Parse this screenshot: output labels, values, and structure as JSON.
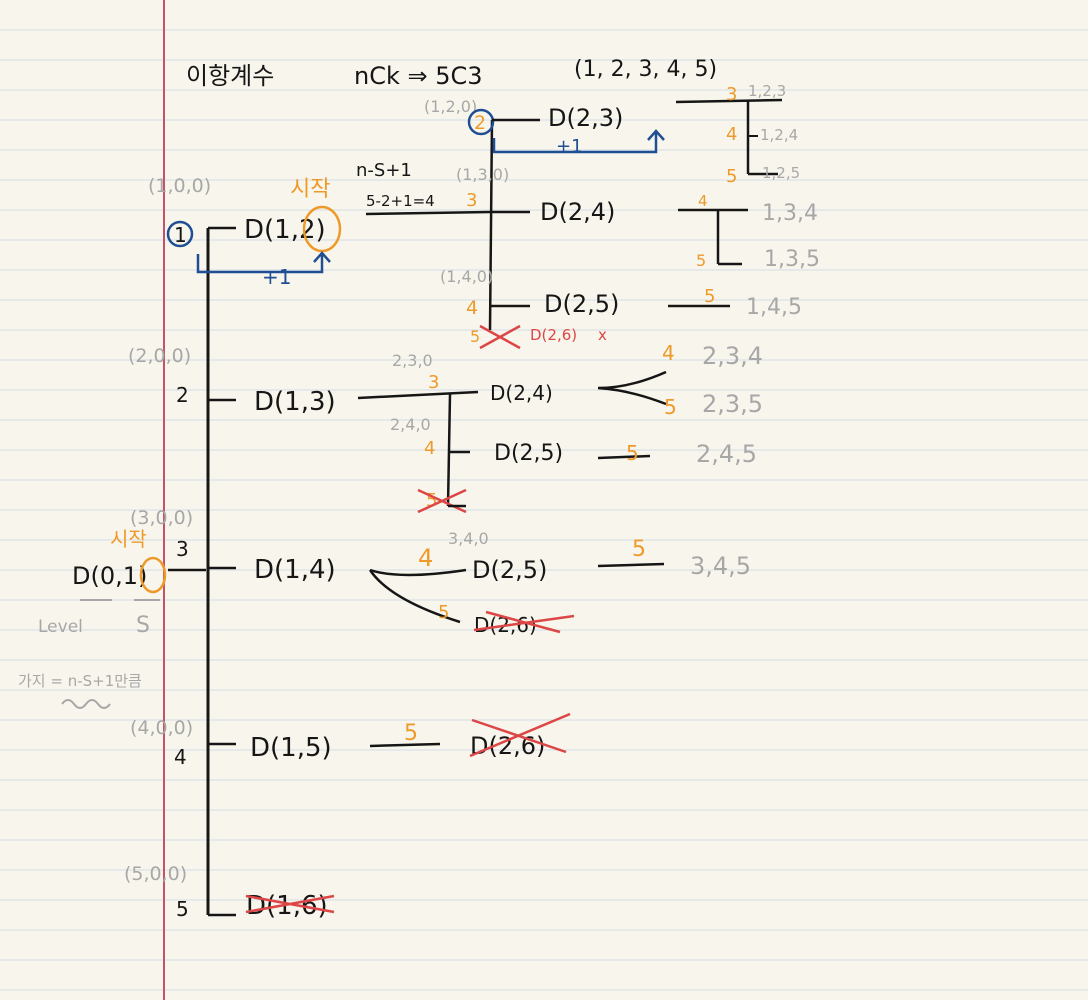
{
  "colors": {
    "paper": "#f8f6ec",
    "rule": "#d5dce6",
    "margin": "#c4536a",
    "ink": "#161616",
    "orange": "#ee9a2b",
    "blue": "#1f4e94",
    "gray": "#a7a7a7",
    "red": "#dd4646"
  },
  "header": {
    "title": "이항계수",
    "formula": "nCk ⇒ 5C3",
    "set": "(1, 2, 3, 4, 5)"
  },
  "root": {
    "label": "D(0,1)",
    "level_label": "Level",
    "s_label": "S",
    "start_note": "시작",
    "branch_note": "가지 = n-S+1만큼"
  },
  "level1": [
    {
      "num": "1",
      "tuple": "(1,0,0)",
      "label": "D(1,2)",
      "pruned": false
    },
    {
      "num": "2",
      "tuple": "(2,0,0)",
      "label": "D(1,3)",
      "pruned": false
    },
    {
      "num": "3",
      "tuple": "(3,0,0)",
      "label": "D(1,4)",
      "pruned": false
    },
    {
      "num": "4",
      "tuple": "(4,0,0)",
      "label": "D(1,5)",
      "pruned": false
    },
    {
      "num": "5",
      "tuple": "(5,0,0)",
      "label": "D(1,6)",
      "pruned": true
    }
  ],
  "annotations": {
    "start_note": "시작",
    "plus_one": "+1",
    "n_s_formula": "n-S+1",
    "calc": "5-2+1=4"
  },
  "branch1": [
    {
      "num": "2",
      "tuple": "(1,2,0)",
      "label": "D(2,3)",
      "pruned": false
    },
    {
      "num": "3",
      "tuple": "(1,3,0)",
      "label": "D(2,4)",
      "pruned": false
    },
    {
      "num": "4",
      "tuple": "(1,4,0)",
      "label": "D(2,5)",
      "pruned": false
    },
    {
      "num": "5",
      "tuple": "",
      "label": "D(2,6)",
      "pruned": true
    }
  ],
  "leaves1": [
    {
      "num": "3",
      "note": "1,2,3"
    },
    {
      "num": "4",
      "note": "1,2,4"
    },
    {
      "num": "5",
      "note": "1,2,5"
    },
    {
      "num": "4",
      "note": "1,3,4"
    },
    {
      "num": "5",
      "note": "1,3,5"
    },
    {
      "num": "5",
      "note": "1,4,5"
    }
  ],
  "branch2": [
    {
      "num": "3",
      "tuple": "2,3,0",
      "label": "D(2,4)",
      "pruned": false
    },
    {
      "num": "4",
      "tuple": "2,4,0",
      "label": "D(2,5)",
      "pruned": false
    },
    {
      "num": "5",
      "tuple": "",
      "label": "",
      "pruned": true
    }
  ],
  "leaves2": [
    {
      "num": "4",
      "note": "2,3,4"
    },
    {
      "num": "5",
      "note": "2,3,5"
    },
    {
      "num": "5",
      "note": "2,4,5"
    }
  ],
  "branch3": [
    {
      "num": "4",
      "tuple": "3,4,0",
      "label": "D(2,5)",
      "pruned": false
    },
    {
      "num": "5",
      "tuple": "",
      "label": "D(2,6)",
      "pruned": true
    }
  ],
  "leaves3": [
    {
      "num": "5",
      "note": "3,4,5"
    }
  ],
  "branch4": [
    {
      "num": "5",
      "tuple": "",
      "label": "D(2,6)",
      "pruned": true
    }
  ]
}
